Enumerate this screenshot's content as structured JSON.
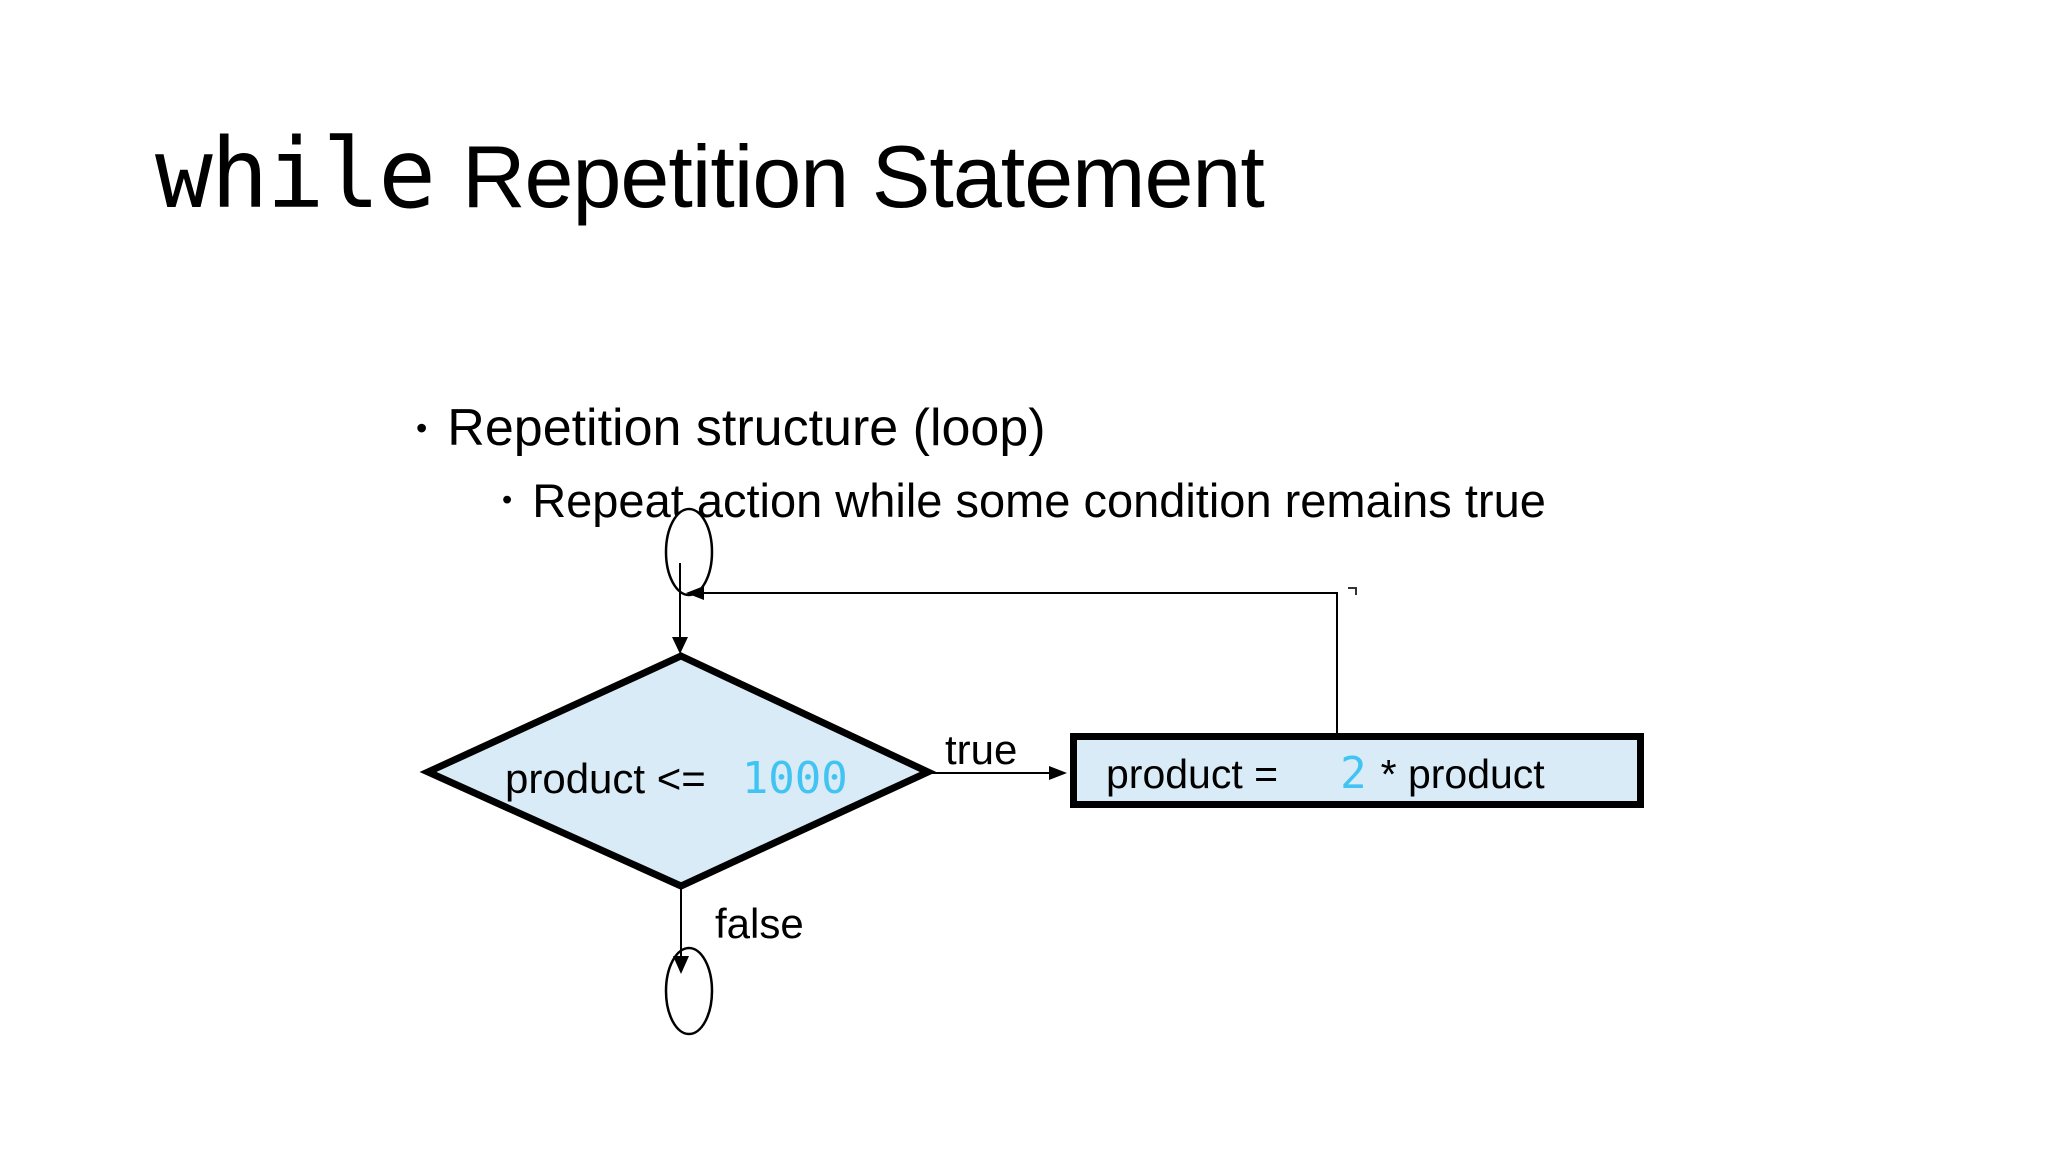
{
  "slide": {
    "title": {
      "keyword": "while",
      "rest": "Repetition Statement"
    },
    "bullets": [
      {
        "marker": "•",
        "text": "Repetition structure (loop)"
      },
      {
        "marker": "•",
        "text": "Repeat action while some condition remains true"
      }
    ]
  },
  "flowchart": {
    "decision": {
      "condition": "product <=",
      "value": "1000"
    },
    "branch_true_label": "true",
    "branch_false_label": "false",
    "process": {
      "lhs": "product =",
      "value": "2",
      "rhs": "* product"
    },
    "shapes": {
      "entry_connector": "oval",
      "decision_shape": "diamond",
      "process_shape": "rectangle",
      "exit_connector": "oval"
    },
    "colors": {
      "value_cyan": "#41c4f2",
      "shape_fill": "#d9ebf7",
      "outline": "#000000"
    }
  }
}
